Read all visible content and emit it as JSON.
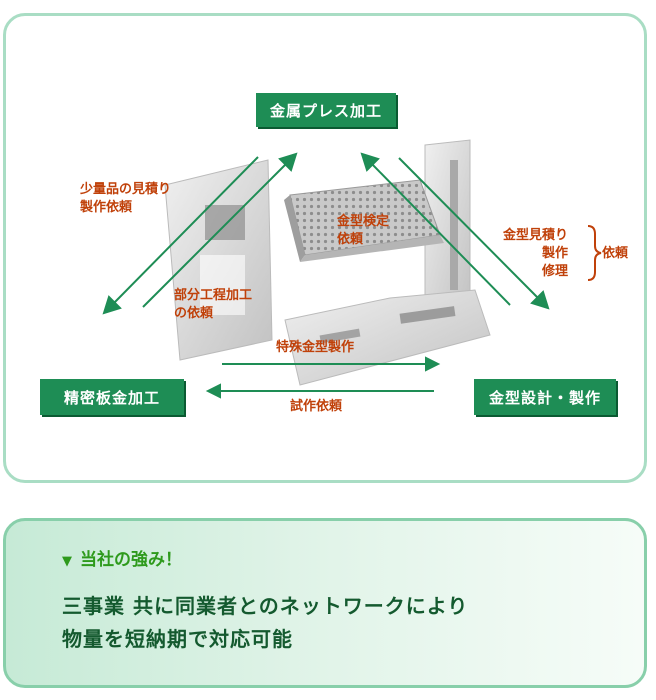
{
  "diagram": {
    "nodes": {
      "press": "金属プレス加工",
      "sheet": "精密板金加工",
      "mold": "金型設計・製作"
    },
    "labels": {
      "small_lot": [
        "少量品の見積り",
        "製作依頼"
      ],
      "mold_check": [
        "金型検定",
        "依頼"
      ],
      "mold_estimate": [
        "金型見積り",
        "製作",
        "修理"
      ],
      "request": "依頼",
      "parts_process": [
        "部分工程加工",
        "の依頼"
      ],
      "special_mold": "特殊金型製作",
      "trial_request": "試作依頼"
    },
    "colors": {
      "node": "#1e8d55",
      "arrow": "#1e8d55",
      "label": "#c0410a"
    }
  },
  "strength": {
    "marker": "▼",
    "title": "当社の強み！",
    "lines": [
      "三事業 共に同業者とのネットワークにより",
      "物量を短納期で対応可能"
    ]
  }
}
